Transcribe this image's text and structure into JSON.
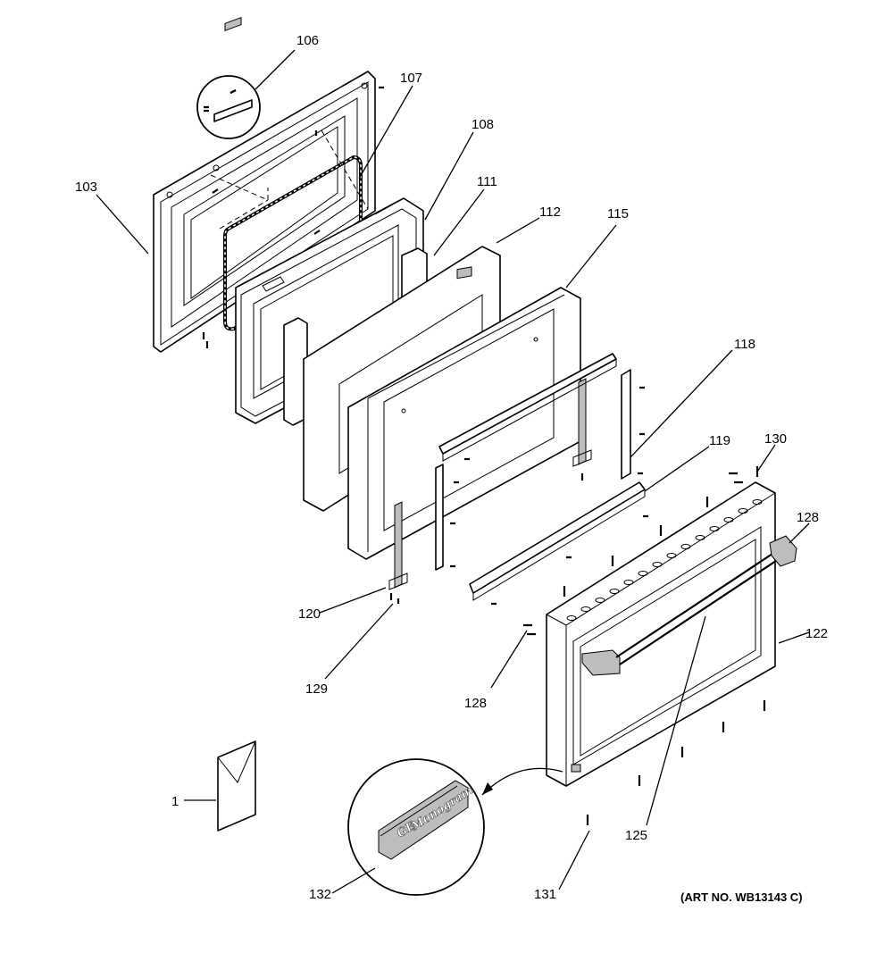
{
  "diagram": {
    "callouts": [
      {
        "id": "c106",
        "text": "106"
      },
      {
        "id": "c107",
        "text": "107"
      },
      {
        "id": "c103",
        "text": "103"
      },
      {
        "id": "c108",
        "text": "108"
      },
      {
        "id": "c111",
        "text": "111"
      },
      {
        "id": "c112",
        "text": "112"
      },
      {
        "id": "c115",
        "text": "115"
      },
      {
        "id": "c118",
        "text": "118"
      },
      {
        "id": "c119",
        "text": "119"
      },
      {
        "id": "c130",
        "text": "130"
      },
      {
        "id": "c128a",
        "text": "128"
      },
      {
        "id": "c120",
        "text": "120"
      },
      {
        "id": "c122",
        "text": "122"
      },
      {
        "id": "c129",
        "text": "129"
      },
      {
        "id": "c128b",
        "text": "128"
      },
      {
        "id": "c1",
        "text": "1"
      },
      {
        "id": "c125",
        "text": "125"
      },
      {
        "id": "c132",
        "text": "132"
      },
      {
        "id": "c131",
        "text": "131"
      }
    ],
    "art_number": "(ART NO. WB13143 C)",
    "badge_brand": "Monogram",
    "badge_logo": "GE"
  }
}
